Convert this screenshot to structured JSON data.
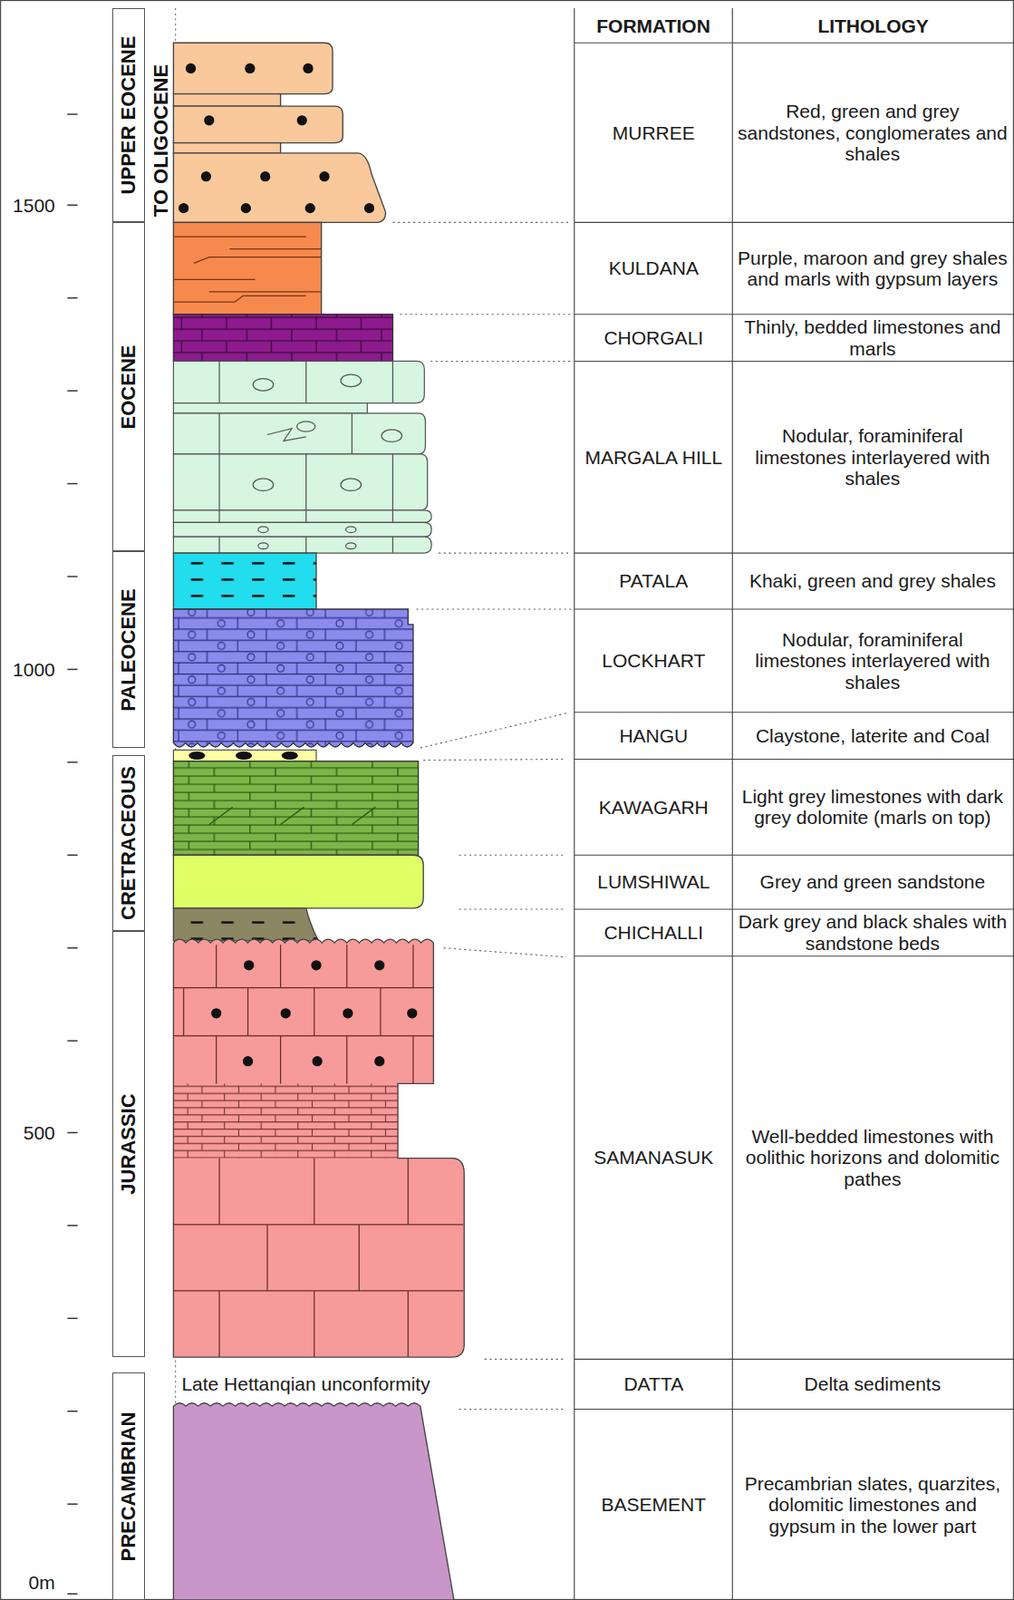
{
  "diagram": {
    "nodes": [
      {
        "text": [
          "UPPER EOCENE",
          "TO OLIGOCENE"
        ]
      },
      {
        "text": [
          "EOCENE"
        ]
      },
      {
        "text": [
          "PALEOCENE"
        ]
      },
      {
        "text": [
          "CRETRACEOUS"
        ]
      },
      {
        "text": [
          "JURASSIC"
        ]
      },
      {
        "text": [
          "PRECAMBRIAN"
        ]
      },
      {
        "text": [
          "MURREE",
          "Red, green and grey sandstones, conglomerates and shales"
        ]
      },
      {
        "text": [
          "KULDANA",
          "Purple, maroon and grey shales and marls with gypsum layers"
        ]
      },
      {
        "text": [
          "CHORGALI",
          "Thinly, bedded limestones and marls"
        ]
      },
      {
        "text": [
          "MARGALA HILL",
          "Nodular, foraminiferal limestones interlayered with shales"
        ]
      },
      {
        "text": [
          "PATALA",
          "Khaki, green and grey shales"
        ]
      },
      {
        "text": [
          "LOCKHART",
          "Nodular, foraminiferal limestones interlayered with shales"
        ]
      },
      {
        "text": [
          "HANGU",
          "Claystone, laterite and Coal"
        ]
      },
      {
        "text": [
          "KAWAGARH",
          "Light grey limestones with dark grey dolomite (marls on top)"
        ]
      },
      {
        "text": [
          "LUMSHIWAL",
          "Grey and green sandstone"
        ]
      },
      {
        "text": [
          "CHICHALLI",
          "Dark grey and black shales with sandstone beds"
        ]
      },
      {
        "text": [
          "SAMANASUK",
          "Well-bedded limestones with oolithic horizons and dolomitic pathes"
        ]
      },
      {
        "text": [
          "DATTA",
          "Delta sediments"
        ]
      },
      {
        "text": [
          "BASEMENT",
          "Precambrian slates, quarzites, dolomitic limestones and gypsum in the lower part"
        ]
      }
    ],
    "labels": [
      "FORMATION",
      "LITHOLOGY",
      "1500",
      "1000",
      "500",
      "0m",
      "Late Hettanqian unconformity"
    ]
  }
}
